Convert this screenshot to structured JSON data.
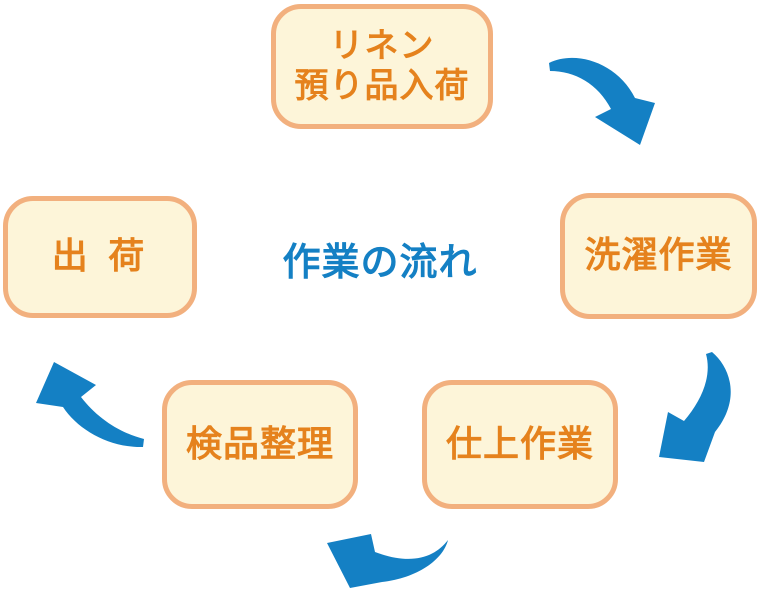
{
  "title": {
    "text": "作業の流れ"
  },
  "theme": {
    "background": "#ffffff",
    "box_fill": "#fdf5d9",
    "box_border": "#f2b07e",
    "box_text_color": "#e5821d",
    "title_color": "#1480c4",
    "arrow_color": "#1480c4"
  },
  "boxes": {
    "linen_arrival": {
      "line1": "リネン",
      "line2": "預り品入荷"
    },
    "washing": {
      "label": "洗濯作業"
    },
    "finishing": {
      "label": "仕上作業"
    },
    "inspection": {
      "label": "検品整理"
    },
    "shipping": {
      "label": "出 荷"
    }
  },
  "arrows": {
    "linen_to_washing": {
      "from": "リネン預り品入荷",
      "to": "洗濯作業"
    },
    "washing_to_finishing": {
      "from": "洗濯作業",
      "to": "仕上作業"
    },
    "finishing_to_inspection": {
      "from": "仕上作業",
      "to": "検品整理"
    },
    "inspection_to_shipping": {
      "from": "検品整理",
      "to": "出荷"
    }
  }
}
